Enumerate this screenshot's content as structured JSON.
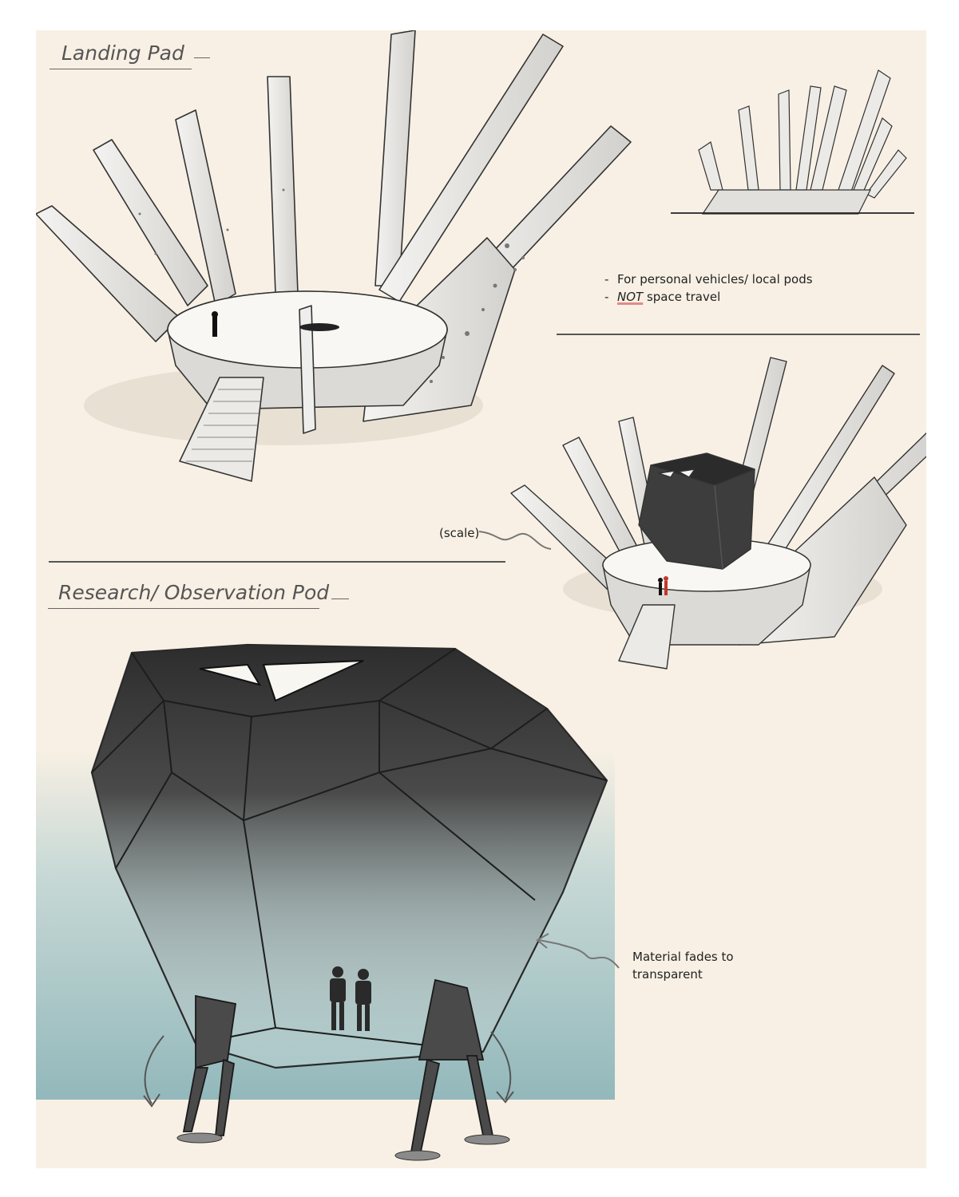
{
  "sections": {
    "landing_pad": {
      "title": "Landing Pad"
    },
    "research_pod": {
      "title": "Research/ Observation Pod"
    }
  },
  "notes": {
    "line1": "For personal vehicles/ local pods",
    "line2_emphasis": "NOT",
    "line2_rest": " space travel",
    "bullet": "-"
  },
  "annotations": {
    "scale": "(scale)",
    "material_line1": "Material fades to",
    "material_line2": "transparent"
  },
  "colors": {
    "paper": "#f8f0e4",
    "concrete": "#e2e0dc",
    "pod_dark": "#3a3a3a",
    "water_teal": "#9dbec0",
    "accent_underline": "#e28a8a",
    "figure_red": "#c0392b"
  }
}
